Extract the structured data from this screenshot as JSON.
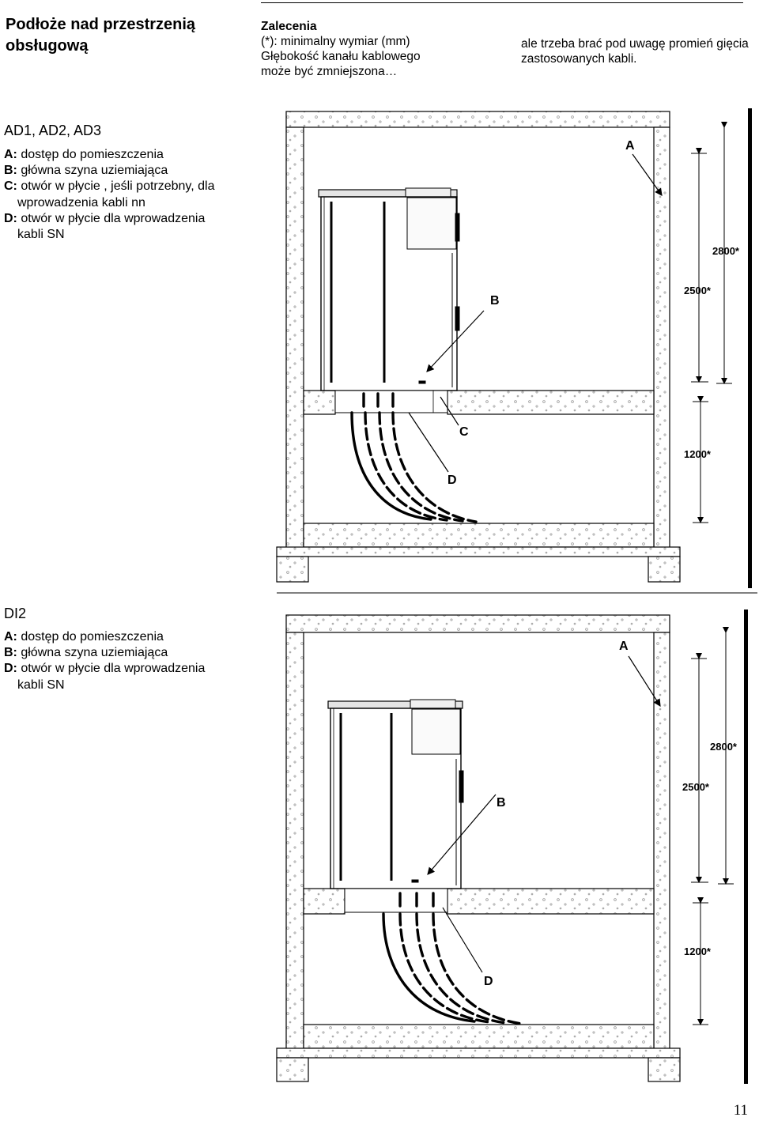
{
  "header": {
    "title": "Podłoże nad przestrzenią obsługową",
    "rec_title": "Zalecenia",
    "rec_lines": [
      "(*): minimalny wymiar (mm)",
      "Głębokość kanału kablowego",
      "może być zmniejszona…"
    ],
    "note": "ale trzeba brać pod uwagę promień gięcia zastosowanych kabli."
  },
  "section1": {
    "title": "AD1, AD2, AD3",
    "legend": [
      {
        "key": "A:",
        "text": "dostęp do pomieszczenia"
      },
      {
        "key": "B:",
        "text": "główna szyna uziemiająca"
      },
      {
        "key": "C:",
        "text": "otwór w płycie , jeśli potrzebny, dla wprowadzenia kabli nn"
      },
      {
        "key": "D:",
        "text": "otwór w płycie dla wprowadzenia kabli SN"
      }
    ],
    "labels": {
      "a": "A",
      "b": "B",
      "c": "C",
      "d": "D",
      "dim_2800": "2800*",
      "dim_2500": "2500*",
      "dim_1200": "1200*"
    }
  },
  "section2": {
    "title": "DI2",
    "legend": [
      {
        "key": "A:",
        "text": "dostęp do pomieszczenia"
      },
      {
        "key": "B:",
        "text": "główna szyna uziemiająca"
      },
      {
        "key": "D:",
        "text": "otwór w płycie dla wprowadzenia kabli SN"
      }
    ],
    "labels": {
      "a": "A",
      "b": "B",
      "d": "D",
      "dim_2800": "2800*",
      "dim_2500": "2500*",
      "dim_1200": "1200*"
    }
  },
  "page_number": "11"
}
